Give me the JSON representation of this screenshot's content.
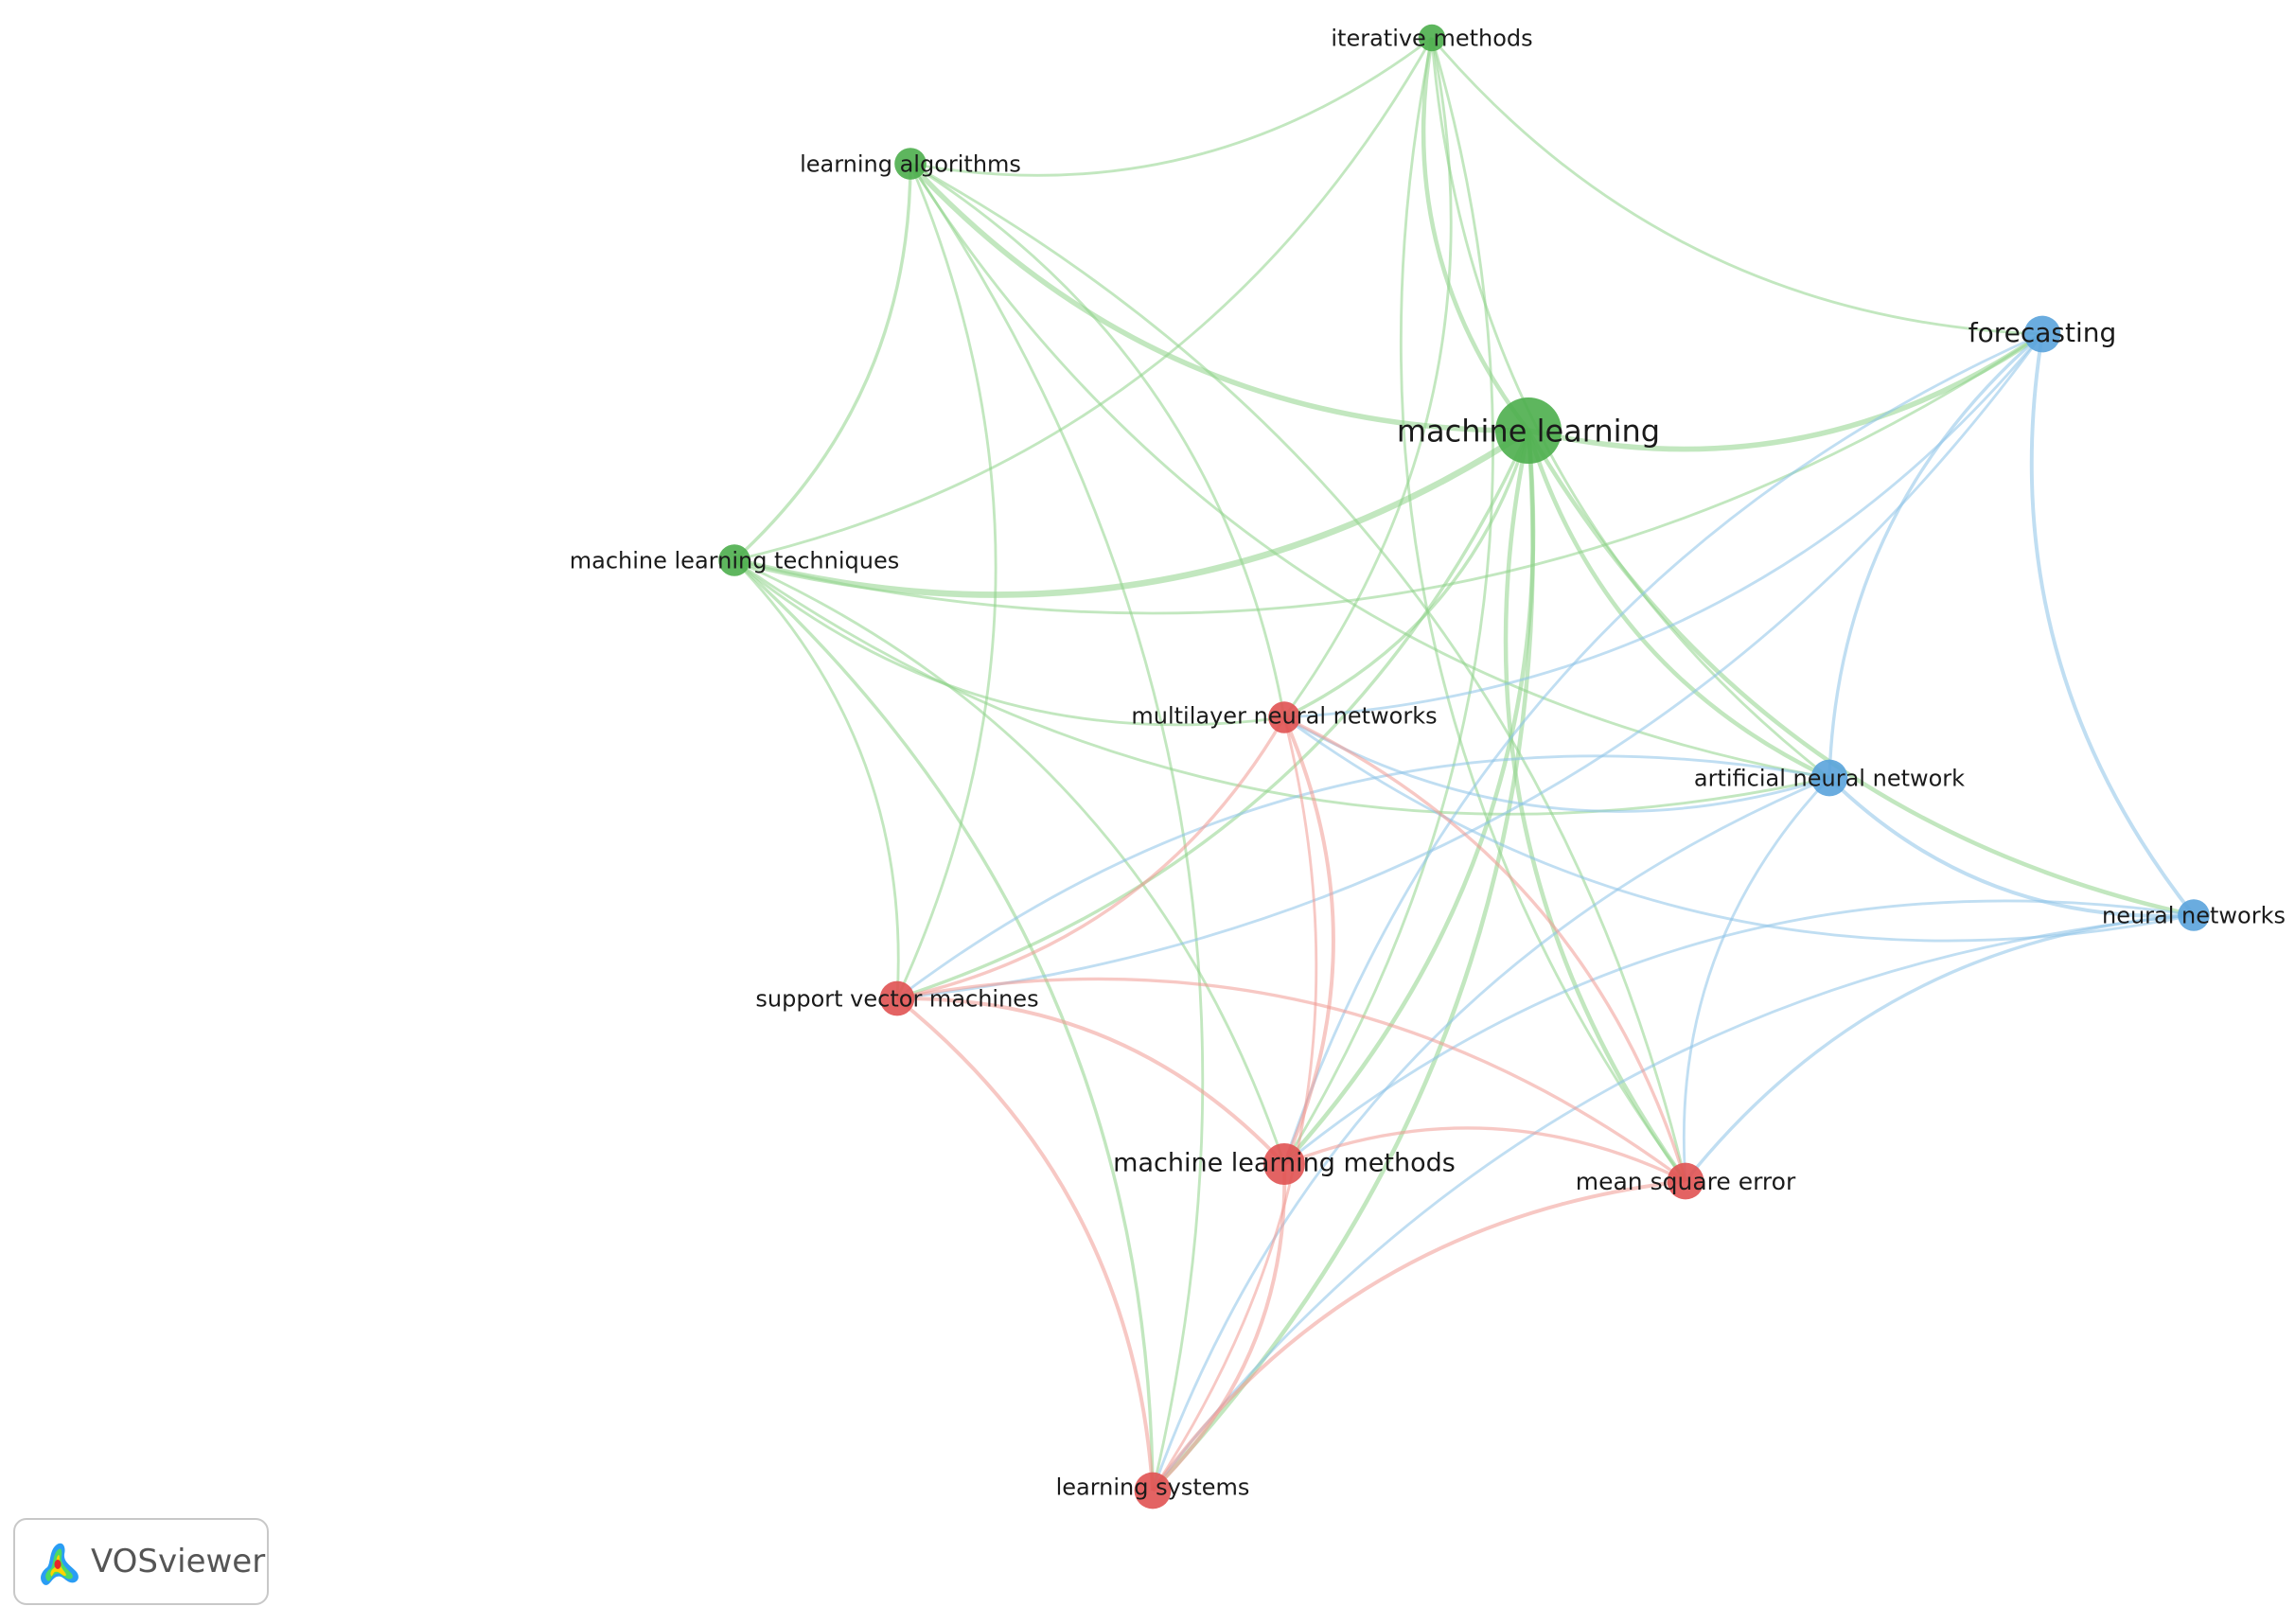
{
  "brand": {
    "name": "VOSviewer"
  },
  "clusters": {
    "green": {
      "node": "#4cae4c",
      "link": "#8fd48a"
    },
    "red": {
      "node": "#e05252",
      "link": "#f09a94"
    },
    "blue": {
      "node": "#5aa3dc",
      "link": "#8cc2e8"
    }
  },
  "nodes": [
    {
      "id": "ml",
      "label": "machine learning",
      "cluster": "green",
      "weight": 5
    },
    {
      "id": "it",
      "label": "iterative methods",
      "cluster": "green",
      "weight": 1
    },
    {
      "id": "la",
      "label": "learning algorithms",
      "cluster": "green",
      "weight": 1.5
    },
    {
      "id": "mlt",
      "label": "machine learning techniques",
      "cluster": "green",
      "weight": 1.5
    },
    {
      "id": "fc",
      "label": "forecasting",
      "cluster": "blue",
      "weight": 2
    },
    {
      "id": "ann",
      "label": "artificial neural network",
      "cluster": "blue",
      "weight": 2
    },
    {
      "id": "nn",
      "label": "neural networks",
      "cluster": "blue",
      "weight": 1.5
    },
    {
      "id": "mnn",
      "label": "multilayer neural networks",
      "cluster": "red",
      "weight": 1.5
    },
    {
      "id": "svm",
      "label": "support vector machines",
      "cluster": "red",
      "weight": 1.8
    },
    {
      "id": "mlm",
      "label": "machine learning methods",
      "cluster": "red",
      "weight": 2.5
    },
    {
      "id": "mse",
      "label": "mean square error",
      "cluster": "red",
      "weight": 2
    },
    {
      "id": "ls",
      "label": "learning systems",
      "cluster": "red",
      "weight": 2
    }
  ],
  "links": [
    {
      "a": "ml",
      "b": "it",
      "w": 3
    },
    {
      "a": "ml",
      "b": "la",
      "w": 4
    },
    {
      "a": "ml",
      "b": "mlt",
      "w": 5
    },
    {
      "a": "ml",
      "b": "fc",
      "w": 4
    },
    {
      "a": "ml",
      "b": "ann",
      "w": 3
    },
    {
      "a": "ml",
      "b": "nn",
      "w": 3
    },
    {
      "a": "ml",
      "b": "mnn",
      "w": 2
    },
    {
      "a": "ml",
      "b": "svm",
      "w": 2
    },
    {
      "a": "ml",
      "b": "mlm",
      "w": 3
    },
    {
      "a": "ml",
      "b": "mse",
      "w": 3
    },
    {
      "a": "ml",
      "b": "ls",
      "w": 3
    },
    {
      "a": "it",
      "b": "la",
      "w": 1.5
    },
    {
      "a": "it",
      "b": "mlt",
      "w": 1.5
    },
    {
      "a": "it",
      "b": "fc",
      "w": 1.5
    },
    {
      "a": "it",
      "b": "mnn",
      "w": 1.5
    },
    {
      "a": "it",
      "b": "mlm",
      "w": 1.5
    },
    {
      "a": "it",
      "b": "mse",
      "w": 1.5
    },
    {
      "a": "it",
      "b": "ann",
      "w": 1.5
    },
    {
      "a": "la",
      "b": "mlt",
      "w": 2
    },
    {
      "a": "la",
      "b": "ann",
      "w": 1.5
    },
    {
      "a": "la",
      "b": "mnn",
      "w": 1.5
    },
    {
      "a": "la",
      "b": "svm",
      "w": 1.5
    },
    {
      "a": "la",
      "b": "mse",
      "w": 1.5
    },
    {
      "a": "la",
      "b": "ls",
      "w": 1.5
    },
    {
      "a": "mlt",
      "b": "mnn",
      "w": 1.5
    },
    {
      "a": "mlt",
      "b": "ann",
      "w": 1.5
    },
    {
      "a": "mlt",
      "b": "svm",
      "w": 1.5
    },
    {
      "a": "mlt",
      "b": "ls",
      "w": 2
    },
    {
      "a": "mlt",
      "b": "mlm",
      "w": 1.5
    },
    {
      "a": "mlt",
      "b": "fc",
      "w": 1.5
    },
    {
      "a": "fc",
      "b": "ann",
      "w": 2
    },
    {
      "a": "fc",
      "b": "nn",
      "w": 2.5
    },
    {
      "a": "fc",
      "b": "mlm",
      "w": 1.5
    },
    {
      "a": "fc",
      "b": "svm",
      "w": 1.5
    },
    {
      "a": "fc",
      "b": "mnn",
      "w": 1.5
    },
    {
      "a": "ann",
      "b": "nn",
      "w": 2.5
    },
    {
      "a": "ann",
      "b": "svm",
      "w": 1.5
    },
    {
      "a": "ann",
      "b": "mse",
      "w": 1.5
    },
    {
      "a": "ann",
      "b": "mnn",
      "w": 1.5
    },
    {
      "a": "ann",
      "b": "ls",
      "w": 1.5
    },
    {
      "a": "nn",
      "b": "mlm",
      "w": 1.5
    },
    {
      "a": "nn",
      "b": "mse",
      "w": 2
    },
    {
      "a": "nn",
      "b": "ls",
      "w": 1.5
    },
    {
      "a": "nn",
      "b": "mnn",
      "w": 1.5
    },
    {
      "a": "mnn",
      "b": "svm",
      "w": 2
    },
    {
      "a": "mnn",
      "b": "mlm",
      "w": 2.5
    },
    {
      "a": "mnn",
      "b": "mse",
      "w": 2
    },
    {
      "a": "mnn",
      "b": "ls",
      "w": 1.5
    },
    {
      "a": "svm",
      "b": "mlm",
      "w": 2.5
    },
    {
      "a": "svm",
      "b": "mse",
      "w": 2
    },
    {
      "a": "svm",
      "b": "ls",
      "w": 2.5
    },
    {
      "a": "mlm",
      "b": "mse",
      "w": 2
    },
    {
      "a": "mlm",
      "b": "ls",
      "w": 2.5
    },
    {
      "a": "mse",
      "b": "ls",
      "w": 2.5
    }
  ]
}
